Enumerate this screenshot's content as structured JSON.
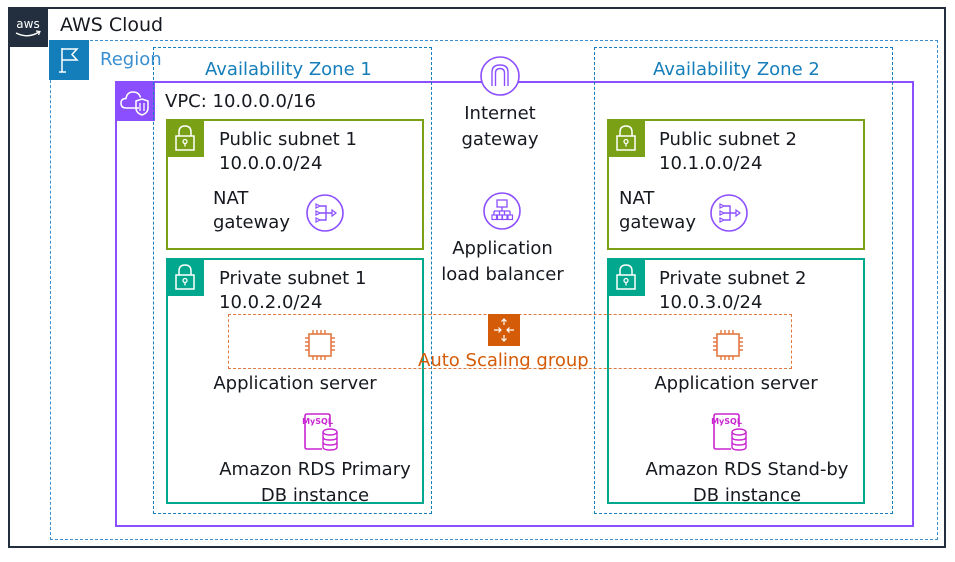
{
  "aws_cloud": {
    "logo_text": "aws",
    "label": "AWS Cloud"
  },
  "region": {
    "label": "Region"
  },
  "availability_zones": [
    {
      "label": "Availability Zone 1"
    },
    {
      "label": "Availability Zone 2"
    }
  ],
  "vpc": {
    "label": "VPC: 10.0.0.0/16"
  },
  "public_subnets": [
    {
      "title": "Public subnet 1",
      "cidr": "10.0.0.0/24",
      "nat_line1": "NAT",
      "nat_line2": "gateway"
    },
    {
      "title": "Public subnet 2",
      "cidr": "10.1.0.0/24",
      "nat_line1": "NAT",
      "nat_line2": "gateway"
    }
  ],
  "private_subnets": [
    {
      "title": "Private subnet 1",
      "cidr": "10.0.2.0/24",
      "app_label": "Application server",
      "db_line1": "Amazon RDS Primary",
      "db_line2": "DB instance"
    },
    {
      "title": "Private subnet 2",
      "cidr": "10.0.3.0/24",
      "app_label": "Application server",
      "db_line1": "Amazon RDS Stand-by",
      "db_line2": "DB instance"
    }
  ],
  "internet_gateway": {
    "line1": "Internet",
    "line2": "gateway"
  },
  "load_balancer": {
    "line1": "Application",
    "line2": "load balancer"
  },
  "auto_scaling_group": {
    "label": "Auto Scaling group"
  },
  "rds_icon_text": "MySQL",
  "colors": {
    "aws_dark": "#232f3e",
    "region_blue": "#147eba",
    "vpc_purple": "#8c4fff",
    "public_green": "#7aa116",
    "private_teal": "#01a88d",
    "asg_orange": "#d45b07",
    "rds_magenta": "#c925d1"
  }
}
